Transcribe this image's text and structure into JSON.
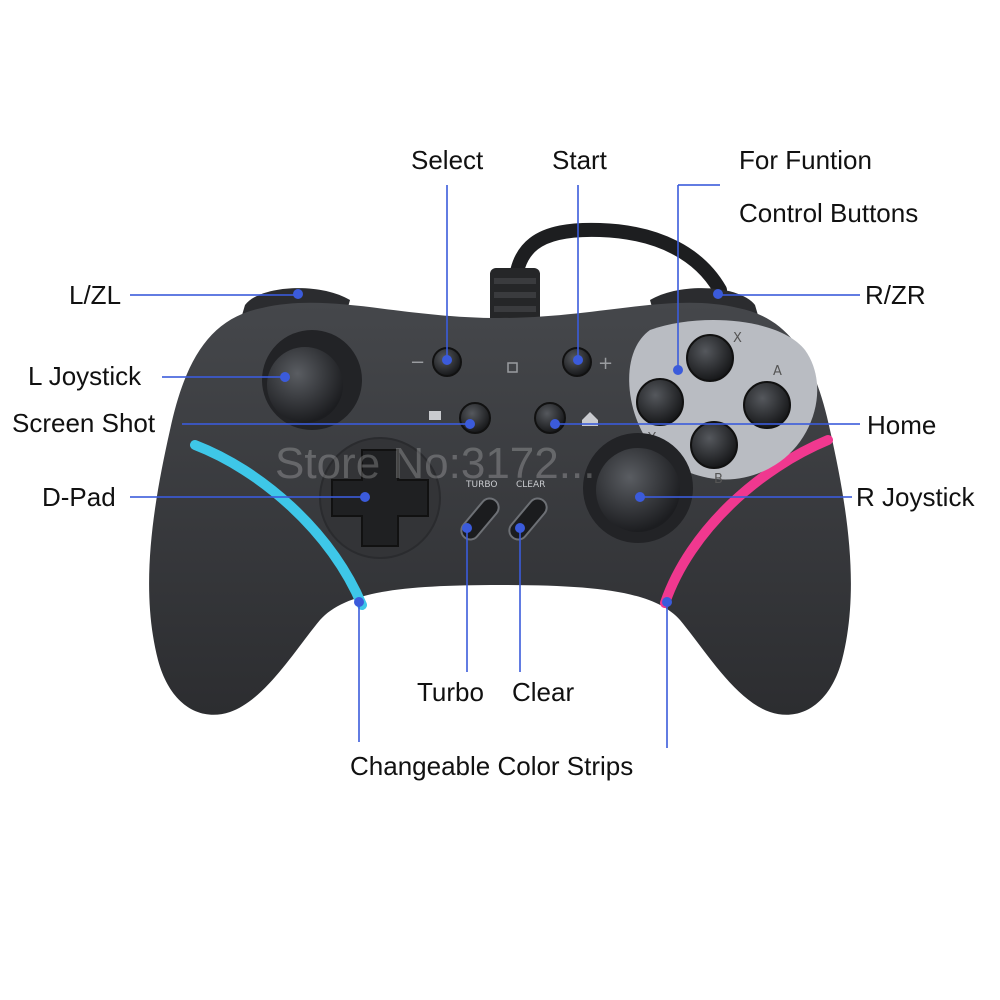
{
  "labels": {
    "select": "Select",
    "start": "Start",
    "function_buttons_1": "For Funtion",
    "function_buttons_2": "Control Buttons",
    "lzl": "L/ZL",
    "rzr": "R/ZR",
    "l_joystick": "L Joystick",
    "screen_shot": "Screen Shot",
    "home": "Home",
    "dpad": "D-Pad",
    "r_joystick": "R Joystick",
    "turbo": "Turbo",
    "clear": "Clear",
    "color_strips": "Changeable Color Strips"
  },
  "controller_marks": {
    "minus": "−",
    "plus": "+",
    "turbo": "TURBO",
    "clear": "CLEAR",
    "x": "X",
    "a": "A",
    "y": "Y",
    "b": "B"
  },
  "watermark": "Store No:3172...",
  "colors": {
    "body": "#3a3c3f",
    "body_dark": "#2a2b2e",
    "left_strip": "#3ec7e8",
    "right_strip": "#f0388f",
    "callout": "#3b5bdb",
    "face_panel": "#b9bcc2"
  }
}
